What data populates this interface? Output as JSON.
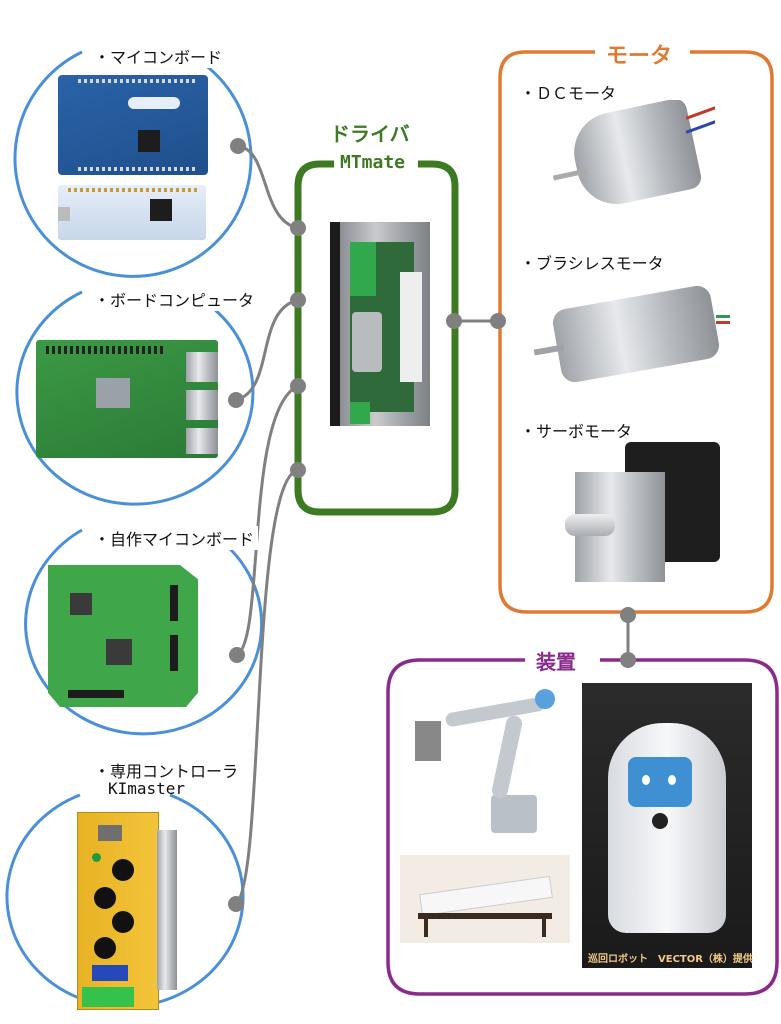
{
  "diagram": {
    "controllers": [
      {
        "label": "・マイコンボード",
        "image": "arduino-leonardo-and-nucleo-board"
      },
      {
        "label": "・ボードコンピュータ",
        "image": "raspberry-pi-board"
      },
      {
        "label": "・自作マイコンボード",
        "image": "custom-green-pcb"
      },
      {
        "label": "・専用コントローラ",
        "sublabel": "KImaster",
        "image": "kimaster-yellow-controller"
      }
    ],
    "driver": {
      "title": "ドライバ",
      "name": "MTmate",
      "image": "mtmate-driver-board"
    },
    "motors": {
      "title": "モータ",
      "items": [
        {
          "label": "・ＤＣモータ",
          "image": "dc-motor"
        },
        {
          "label": "・ブラシレスモータ",
          "image": "brushless-motor"
        },
        {
          "label": "・サーボモータ",
          "image": "servo-motor"
        }
      ]
    },
    "devices": {
      "title": "装置",
      "items": [
        {
          "image": "robot-arm"
        },
        {
          "image": "adjustable-bed"
        },
        {
          "image": "patrol-robot",
          "caption": "巡回ロボット　VECTOR（株）提供"
        }
      ]
    },
    "colors": {
      "controller_circle": "#4a90d9",
      "driver_frame": "#3d7a22",
      "motor_frame": "#e07a33",
      "device_frame": "#8a2a8c",
      "wire": "#808080"
    }
  }
}
